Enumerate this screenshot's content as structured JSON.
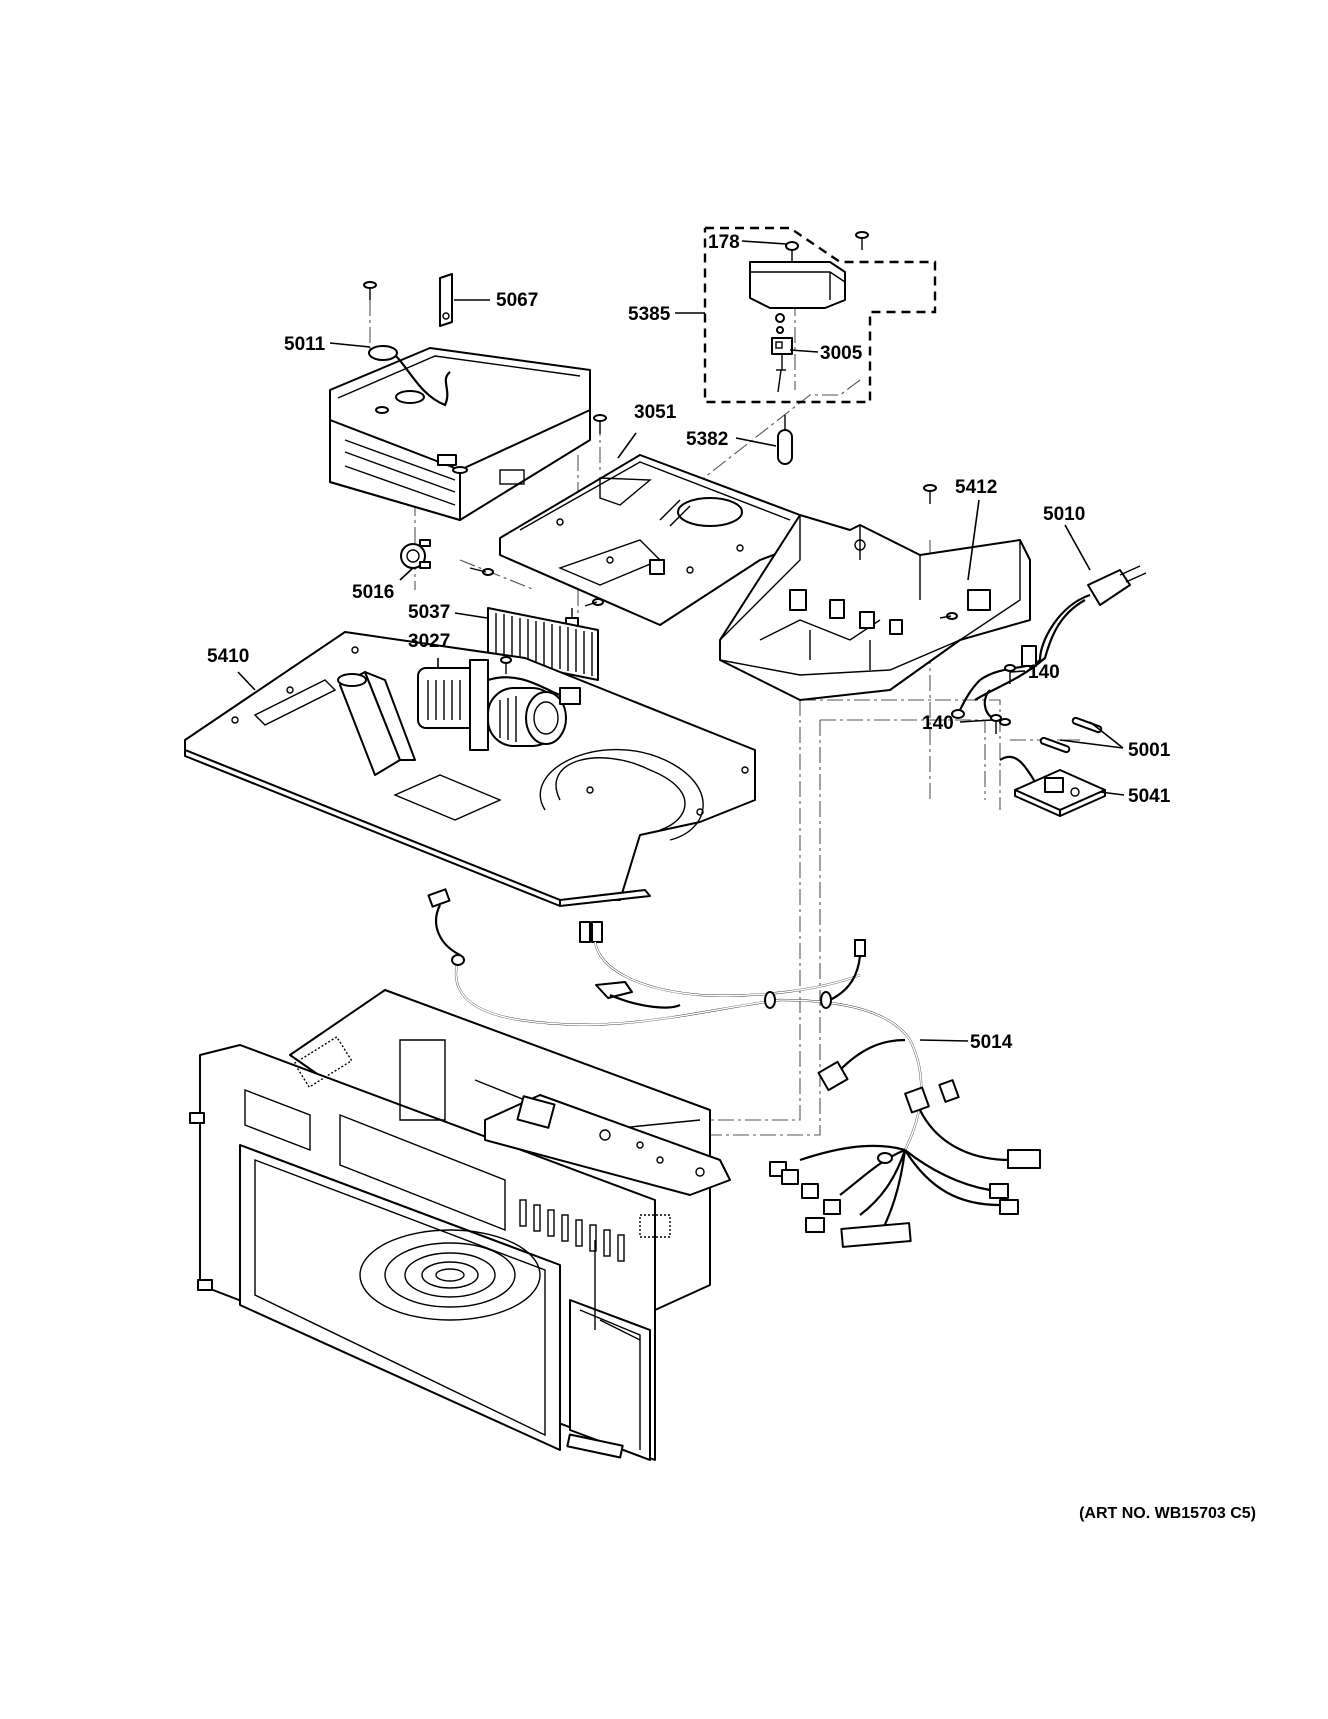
{
  "callouts": {
    "p178": "178",
    "p5385": "5385",
    "p3005": "3005",
    "p5382": "5382",
    "p5067": "5067",
    "p5011": "5011",
    "p3051": "3051",
    "p5412": "5412",
    "p5010": "5010",
    "p5016": "5016",
    "p5037": "5037",
    "p3027": "3027",
    "p5410": "5410",
    "p140a": "140",
    "p140b": "140",
    "p5001": "5001",
    "p5041": "5041",
    "p5014": "5014"
  },
  "art_number": "(ART NO. WB15703 C5)",
  "colors": {
    "ink": "#000000",
    "paper": "#ffffff"
  }
}
